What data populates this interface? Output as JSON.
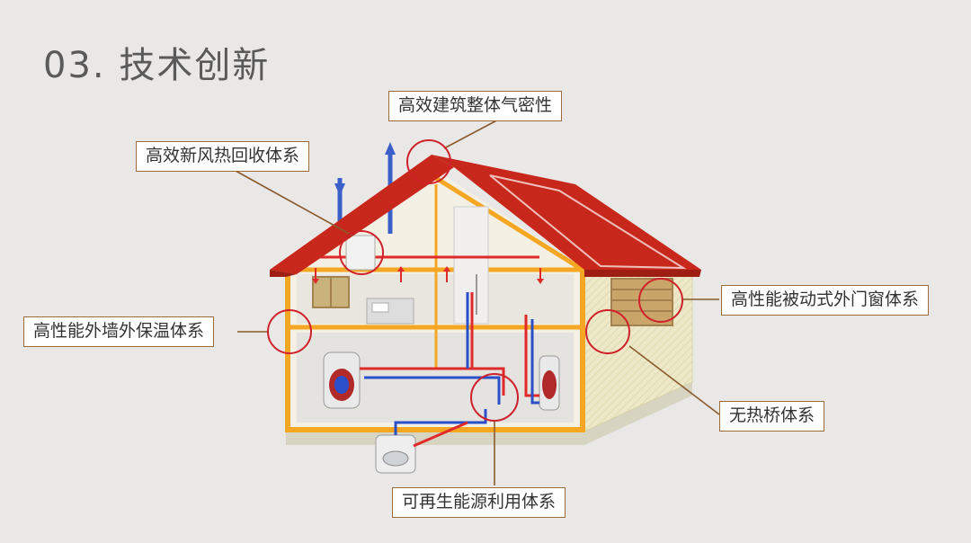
{
  "page": {
    "title": "03. 技术创新"
  },
  "labels": {
    "airtight": "高效建筑整体气密性",
    "heat_recovery": "高效新风热回收体系",
    "windows": "高性能被动式外门窗体系",
    "wall_insulation": "高性能外墙外保温体系",
    "thermal_bridge": "无热桥体系",
    "renewable": "可再生能源利用体系"
  },
  "colors": {
    "roof": "#c8281c",
    "insulation": "#f5a623",
    "callout_circle": "#d0202a",
    "leader_line": "#8a5a2c",
    "hot_pipe": "#e02a2a",
    "cold_pipe": "#2a4fc8"
  }
}
